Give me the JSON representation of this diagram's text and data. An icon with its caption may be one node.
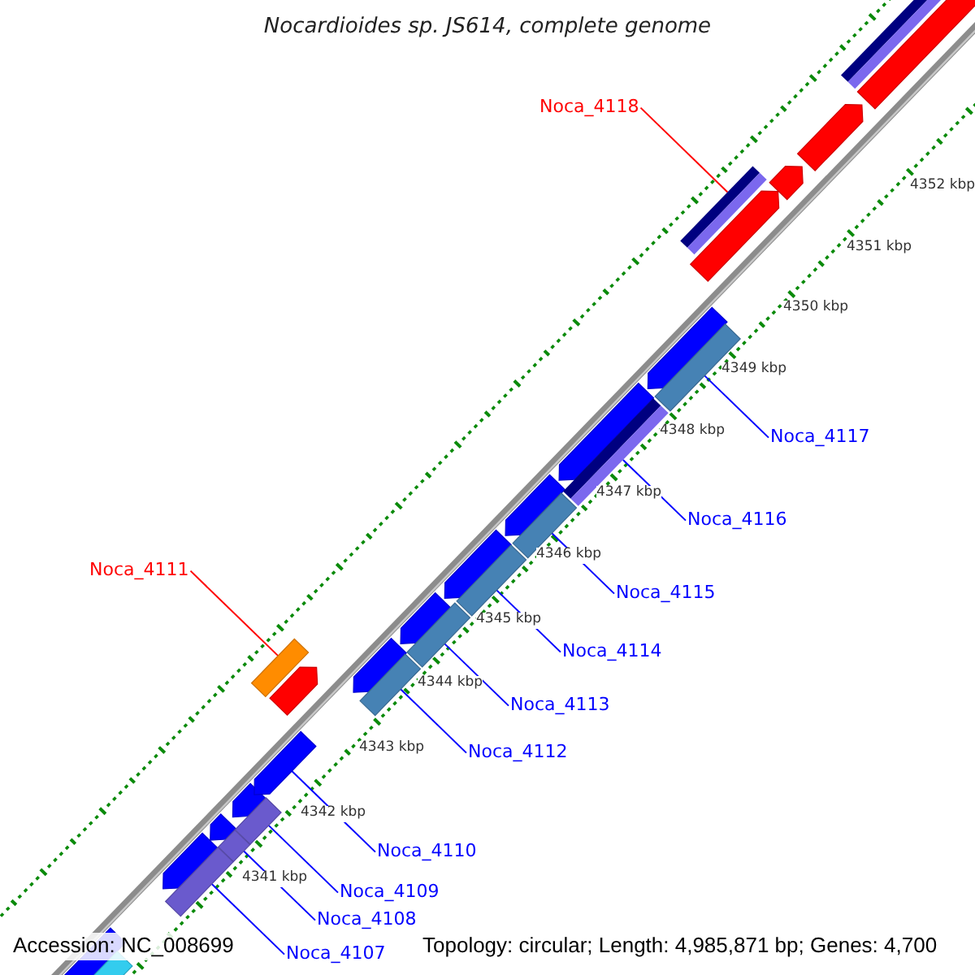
{
  "diagram": {
    "title": "Nocardioides sp. JS614, complete genome",
    "nodes": [
      {
        "text": [
          "Noca_4118"
        ]
      },
      {
        "text": [
          "Noca_4117"
        ]
      },
      {
        "text": [
          "Noca_4116"
        ]
      },
      {
        "text": [
          "Noca_4111"
        ]
      },
      {
        "text": [
          "Noca_4115"
        ]
      },
      {
        "text": [
          "Noca_4114"
        ]
      },
      {
        "text": [
          "Noca_4113"
        ]
      },
      {
        "text": [
          "Noca_4112"
        ]
      },
      {
        "text": [
          "Noca_4110"
        ]
      },
      {
        "text": [
          "Noca_4109"
        ]
      },
      {
        "text": [
          "Noca_4108"
        ]
      },
      {
        "text": [
          "Noca_4107"
        ]
      },
      {
        "text": [],
        "shape": "bar"
      },
      {
        "text": [],
        "shape": "bar"
      },
      {
        "text": [],
        "shape": "bar"
      },
      {
        "text": [],
        "shape": "bar"
      },
      {
        "text": [],
        "shape": "bar"
      },
      {
        "text": [],
        "shape": "bar"
      },
      {
        "text": [],
        "shape": "bar"
      },
      {
        "text": [],
        "shape": "bar"
      },
      {
        "text": [],
        "shape": "pentagon"
      },
      {
        "text": [],
        "shape": "bar"
      },
      {
        "text": [],
        "shape": "bar"
      },
      {
        "text": [],
        "shape": "bar"
      }
    ],
    "edges": [
      {
        "from": 0,
        "to": 12,
        "arrow": "none",
        "color": "#ff0000"
      },
      {
        "from": 1,
        "to": 13,
        "arrow": "none"
      },
      {
        "from": 2,
        "to": 14,
        "arrow": "none"
      },
      {
        "from": 3,
        "to": 18,
        "arrow": "none",
        "color": "#ff0000"
      },
      {
        "from": 4,
        "to": 15,
        "arrow": "none"
      },
      {
        "from": 5,
        "to": 16,
        "arrow": "none"
      },
      {
        "from": 6,
        "to": 17,
        "arrow": "none"
      },
      {
        "from": 7,
        "to": 19,
        "arrow": "none"
      },
      {
        "from": 8,
        "to": 20,
        "arrow": "none"
      },
      {
        "from": 9,
        "to": 21,
        "arrow": "none"
      },
      {
        "from": 10,
        "to": 22,
        "arrow": "none"
      },
      {
        "from": 11,
        "to": 23,
        "arrow": "none"
      }
    ],
    "labels": [
      "4352 kbp",
      "4351 kbp",
      "4350 kbp",
      "4349 kbp",
      "4348 kbp",
      "4347 kbp",
      "4346 kbp",
      "4345 kbp",
      "4344 kbp",
      "4343 kbp",
      "4342 kbp",
      "4341 kbp",
      "Accession: NC_008699",
      "Topology: circular; Length: 4,985,871 bp; Genes: 4,700"
    ]
  }
}
